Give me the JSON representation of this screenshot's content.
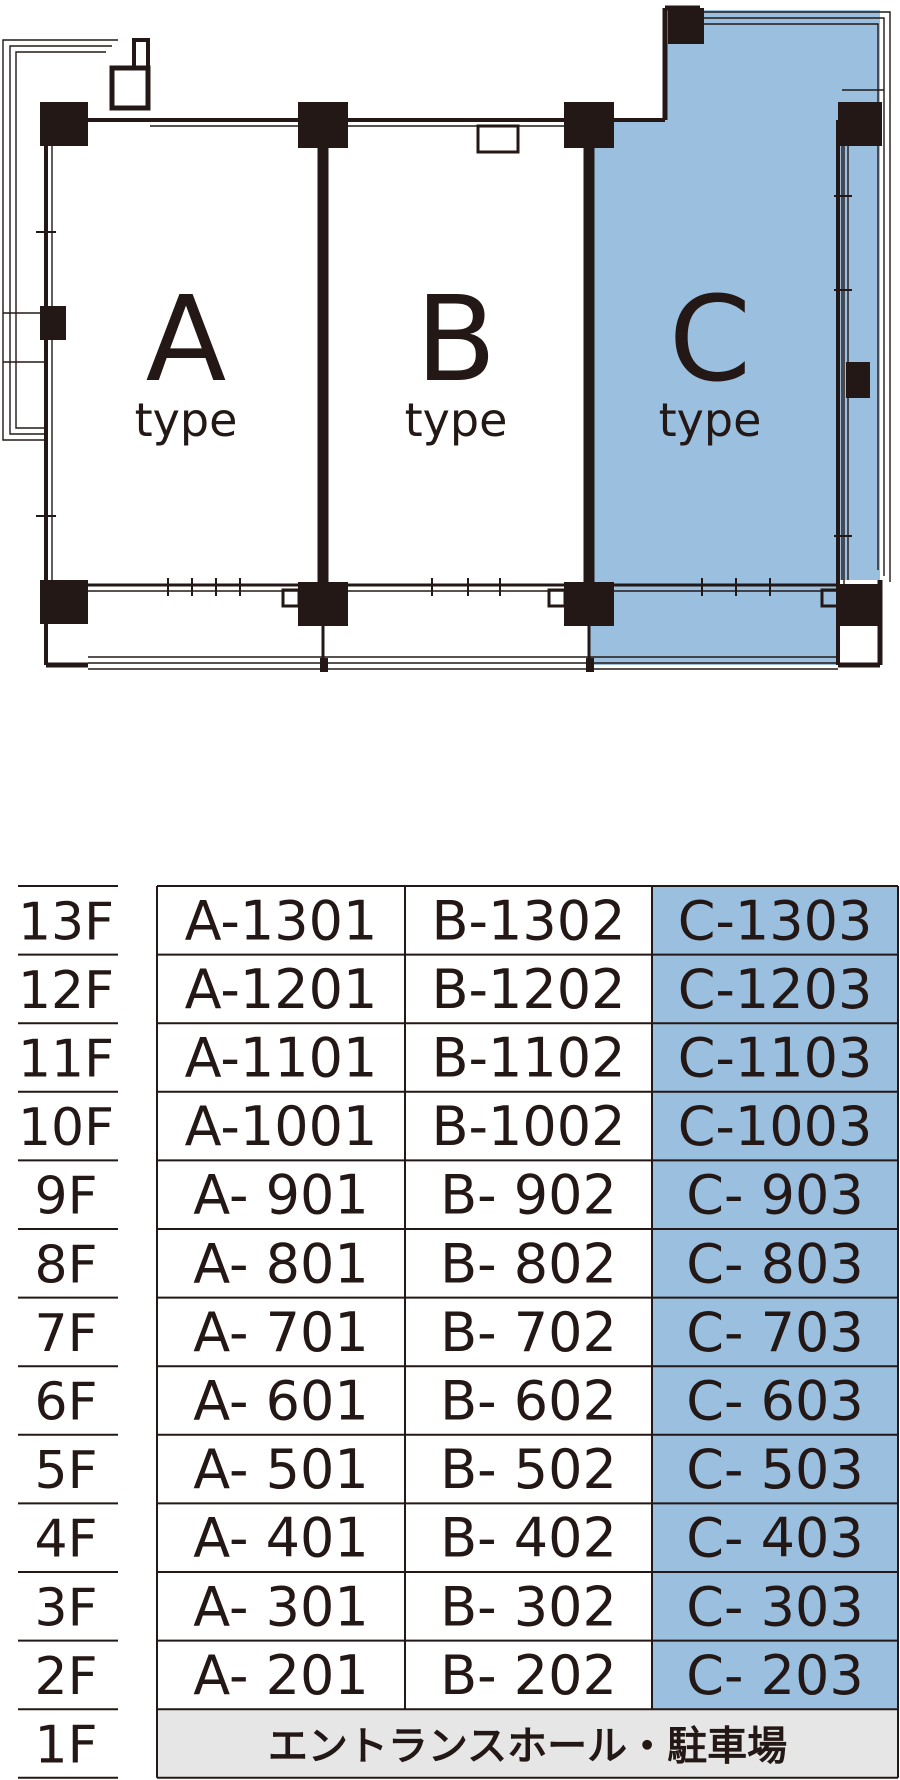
{
  "colors": {
    "highlight": "#9bbfdf",
    "ink": "#231815",
    "ground": "#e6e6e6"
  },
  "plan": {
    "units": [
      {
        "letter": "A",
        "label": "type"
      },
      {
        "letter": "B",
        "label": "type"
      },
      {
        "letter": "C",
        "label": "type",
        "highlighted": true
      }
    ]
  },
  "table": {
    "floors": [
      {
        "floor": "13F",
        "units": [
          "A-1301",
          "B-1302",
          "C-1303"
        ]
      },
      {
        "floor": "12F",
        "units": [
          "A-1201",
          "B-1202",
          "C-1203"
        ]
      },
      {
        "floor": "11F",
        "units": [
          "A-1101",
          "B-1102",
          "C-1103"
        ]
      },
      {
        "floor": "10F",
        "units": [
          "A-1001",
          "B-1002",
          "C-1003"
        ]
      },
      {
        "floor": "9F",
        "units": [
          "A- 901",
          "B- 902",
          "C- 903"
        ]
      },
      {
        "floor": "8F",
        "units": [
          "A- 801",
          "B- 802",
          "C- 803"
        ]
      },
      {
        "floor": "7F",
        "units": [
          "A- 701",
          "B- 702",
          "C- 703"
        ]
      },
      {
        "floor": "6F",
        "units": [
          "A- 601",
          "B- 602",
          "C- 603"
        ]
      },
      {
        "floor": "5F",
        "units": [
          "A- 501",
          "B- 502",
          "C- 503"
        ]
      },
      {
        "floor": "4F",
        "units": [
          "A- 401",
          "B- 402",
          "C- 403"
        ]
      },
      {
        "floor": "3F",
        "units": [
          "A- 301",
          "B- 302",
          "C- 303"
        ]
      },
      {
        "floor": "2F",
        "units": [
          "A- 201",
          "B- 202",
          "C- 203"
        ]
      }
    ],
    "ground": {
      "floor": "1F",
      "label": "エントランスホール・駐車場"
    }
  }
}
